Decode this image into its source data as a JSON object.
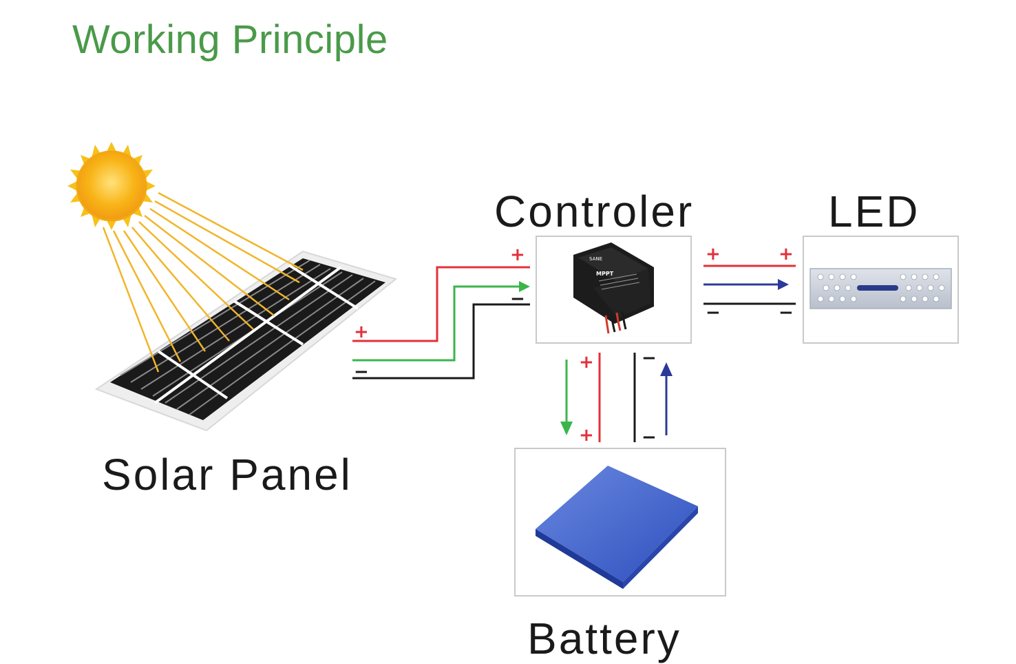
{
  "title": "Working Principle",
  "labels": {
    "solar_panel": "Solar Panel",
    "controller": "Controler",
    "led": "LED",
    "battery": "Battery"
  },
  "signs": {
    "plus": "+",
    "minus": "−"
  },
  "controller_device": {
    "brand": "SANE",
    "model": "MPPT"
  },
  "colors": {
    "title": "#4a9a49",
    "positive_wire": "#e3303a",
    "charge_arrow": "#3ab54a",
    "negative_wire": "#1a1a1a",
    "discharge_arrow": "#2b3a98",
    "sun": "#f7c11b",
    "battery": "#3a5bc6"
  }
}
